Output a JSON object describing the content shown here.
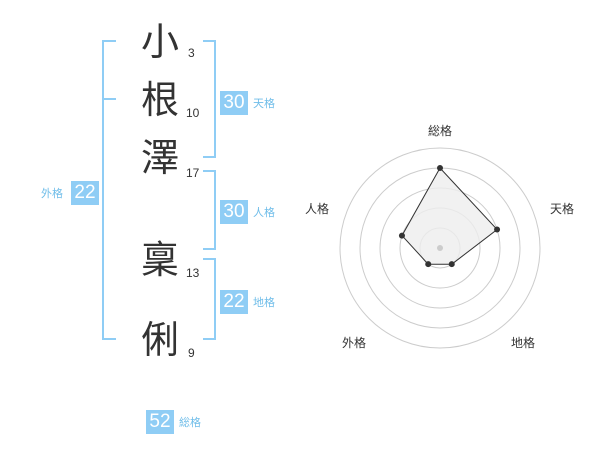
{
  "name_chars": [
    {
      "char": "小",
      "strokes": "3"
    },
    {
      "char": "根",
      "strokes": "10"
    },
    {
      "char": "澤",
      "strokes": "17"
    },
    {
      "char": "稟",
      "strokes": "13"
    },
    {
      "char": "俐",
      "strokes": "9"
    }
  ],
  "kakusu": {
    "tenkaku": {
      "value": "30",
      "label": "天格"
    },
    "jinkaku": {
      "value": "30",
      "label": "人格"
    },
    "chikaku": {
      "value": "22",
      "label": "地格"
    },
    "gaikaku": {
      "value": "22",
      "label": "外格"
    },
    "soukaku": {
      "value": "52",
      "label": "総格"
    }
  },
  "radar": {
    "axes": [
      "総格",
      "天格",
      "地格",
      "外格",
      "人格"
    ],
    "levels": [
      4,
      3,
      1,
      1,
      2
    ],
    "max_level": 5
  },
  "colors": {
    "accent": "#8fcdf5",
    "accent_text": "#6fbde9",
    "text": "#333333",
    "ring": "#cccccc",
    "fill": "#eeeeee"
  }
}
